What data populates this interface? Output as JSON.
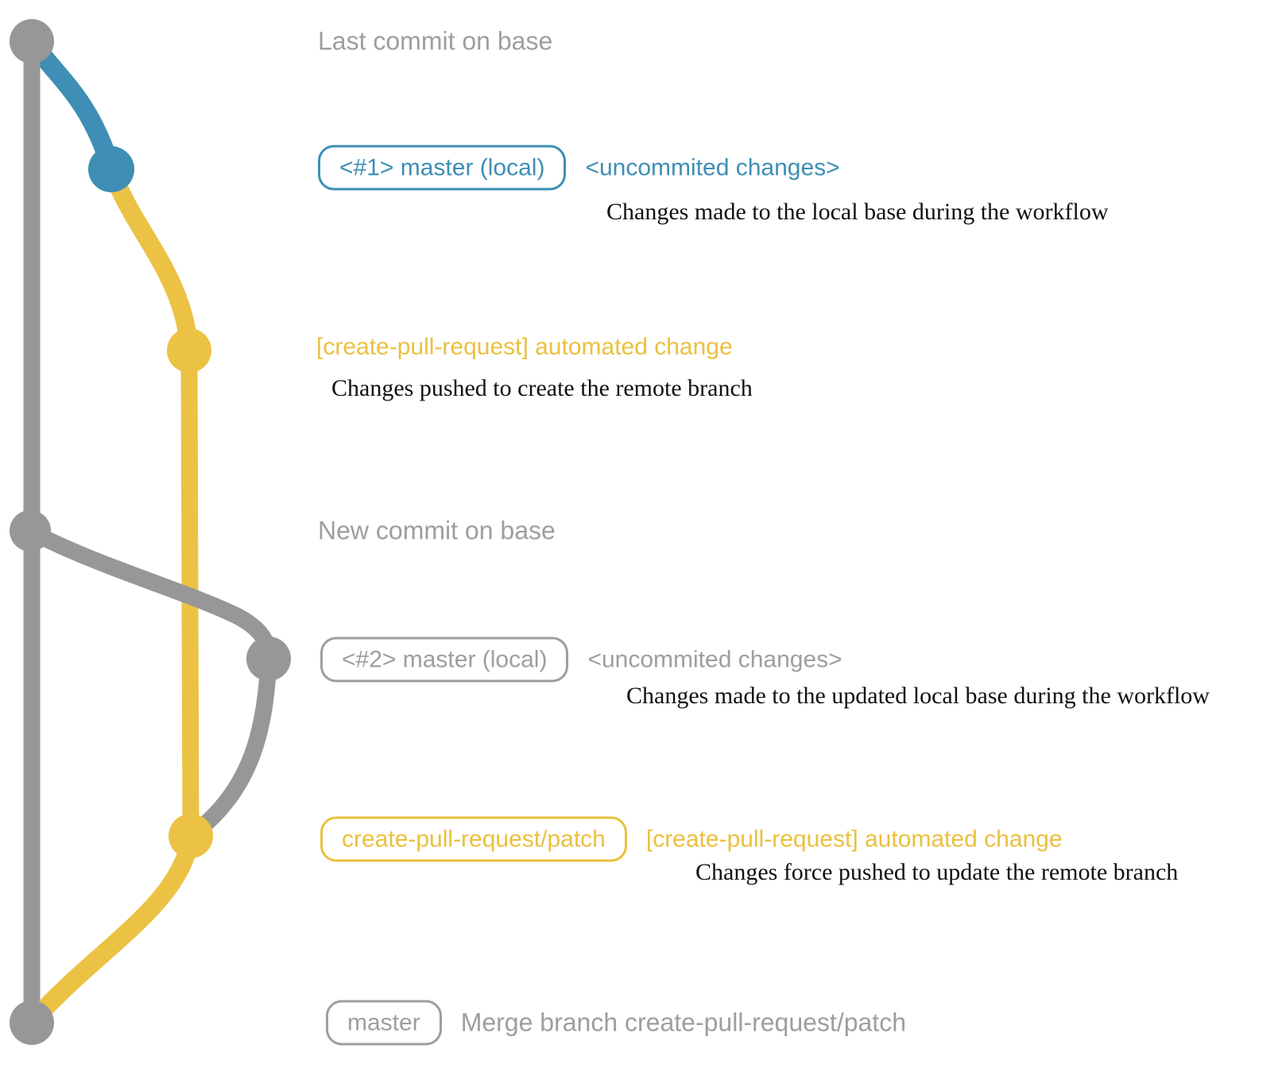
{
  "colors": {
    "gray": "#979797",
    "gray_text": "#9E9E9E",
    "blue": "#3E8EB5",
    "yellow": "#EBC244",
    "note_black": "#111111"
  },
  "annotations": {
    "last_commit": {
      "message": "Last commit on base"
    },
    "commit1": {
      "ref": "<#1> master (local)",
      "message": "<uncommited changes>",
      "note": "Changes made to the local base during the workflow"
    },
    "cpr1": {
      "message": "[create-pull-request] automated change",
      "note": "Changes pushed to create the remote branch"
    },
    "new_commit": {
      "message": "New commit on base"
    },
    "commit2": {
      "ref": "<#2> master (local)",
      "message": "<uncommited changes>",
      "note": "Changes made to the updated local base during the workflow"
    },
    "cpr2": {
      "ref": "create-pull-request/patch",
      "message": "[create-pull-request] automated change",
      "note": "Changes force pushed to update the remote branch"
    },
    "merge": {
      "ref": "master",
      "message": "Merge branch create-pull-request/patch"
    }
  }
}
